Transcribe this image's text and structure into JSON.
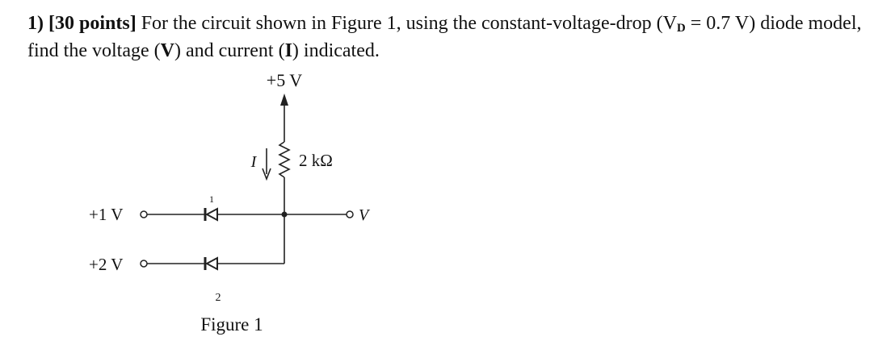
{
  "problem": {
    "number": "1)",
    "points": "[30 points]",
    "text_1": " For the circuit shown in Figure 1, using the constant-voltage-drop (",
    "vd_symbol": "V",
    "vd_subscript": "D",
    "vd_value": " = 0.7 V) diode model, find the voltage (",
    "v_symbol": "V",
    "text_2": ") and current (",
    "i_symbol": "I",
    "text_3": ") indicated."
  },
  "figure": {
    "supply_label": "+5 V",
    "resistor_label": "2 kΩ",
    "current_label": "I",
    "input_1_label": "+1 V",
    "input_2_label": "+2 V",
    "output_label": "V",
    "diode_1_number": "1",
    "diode_2_number": "2",
    "caption": "Figure 1"
  }
}
